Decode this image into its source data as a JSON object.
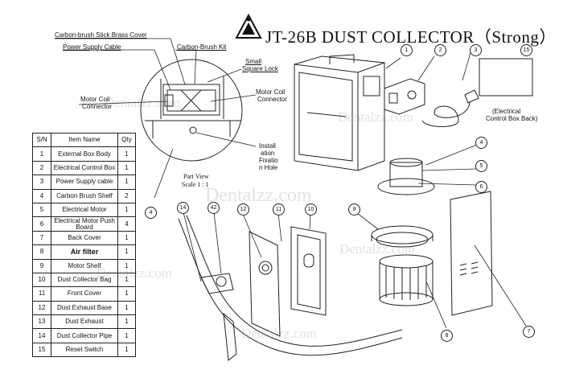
{
  "title": "JT-26B DUST COLLECTOR（Strong）",
  "labels": {
    "carbon_brush_stick": "Carbon-brush Stick Brass Cover",
    "power_supply_cable": "Power Supply Cable",
    "carbon_brush_kit": "Carbon-Brush Kit",
    "small_square_lock_1": "Small",
    "small_square_lock_2": "Square Lock",
    "motor_coil_connector_left_1": "Motor Coil",
    "motor_coil_connector_left_2": "Connector",
    "motor_coil_connector_right_1": "Motor Coil",
    "motor_coil_connector_right_2": "Connector",
    "installation_hole_1": "Install",
    "installation_hole_2": "ation",
    "installation_hole_3": "Fixatio",
    "installation_hole_4": "n Hole",
    "part_view_1": "Part View",
    "part_view_2": "Scale 1 : 1",
    "electrical_back_1": "(Electrical",
    "electrical_back_2": "Control Box Back)"
  },
  "callouts": [
    "1",
    "2",
    "3",
    "15",
    "4",
    "5",
    "6",
    "4",
    "14",
    "42",
    "12",
    "11",
    "10",
    "9",
    "8",
    "7"
  ],
  "table": {
    "headers": [
      "S/N",
      "Item Name",
      "Qty"
    ],
    "rows": [
      {
        "sn": "1",
        "name": "External Box Body",
        "qty": "1"
      },
      {
        "sn": "2",
        "name": "Electrical Control Box",
        "qty": "1"
      },
      {
        "sn": "3",
        "name": "Power Supply cable",
        "qty": "1"
      },
      {
        "sn": "4",
        "name": "Carbon Brush Shelf",
        "qty": "2"
      },
      {
        "sn": "5",
        "name": "Electrical Motor",
        "qty": "1"
      },
      {
        "sn": "6",
        "name": "Electrical Motor Push Board",
        "qty": "4"
      },
      {
        "sn": "7",
        "name": "Back Cover",
        "qty": "1"
      },
      {
        "sn": "8",
        "name": "Air filter",
        "qty": "1"
      },
      {
        "sn": "9",
        "name": "Motor Shelf",
        "qty": "1"
      },
      {
        "sn": "10",
        "name": "Dust Collector Bag",
        "qty": "1"
      },
      {
        "sn": "11",
        "name": "Front Cover",
        "qty": "1"
      },
      {
        "sn": "12",
        "name": "Dust Exhaust Base",
        "qty": "1"
      },
      {
        "sn": "13",
        "name": "Dust Exhaust",
        "qty": "1"
      },
      {
        "sn": "14",
        "name": "Dust Collector Pipe",
        "qty": "1"
      },
      {
        "sn": "15",
        "name": "Reset Switch",
        "qty": "1"
      }
    ]
  },
  "watermarks": [
    "Dentalzz.com",
    "Dentalzz.com",
    "Dentalzz.com",
    "Dentalzz.com",
    "Dentalzz.com",
    "Dentalzz.com"
  ]
}
